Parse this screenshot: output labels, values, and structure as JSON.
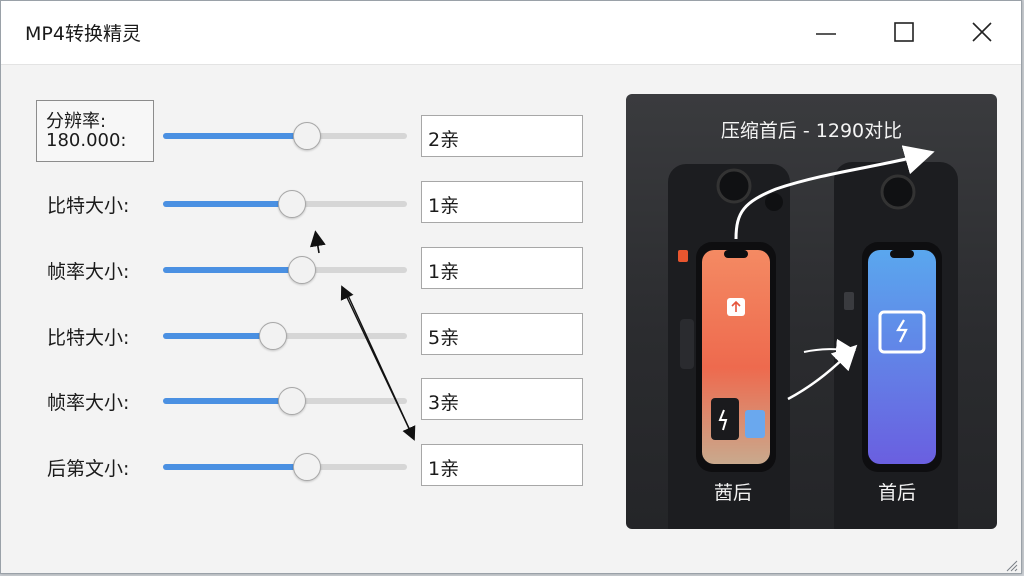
{
  "window": {
    "title": "MP4转换精灵",
    "controls": [
      "minimize-icon",
      "maximize-icon",
      "close-icon"
    ]
  },
  "settings": [
    {
      "label_line1": "分辨率:",
      "label_line2": "180.000:",
      "value": "2亲",
      "slider_fraction": 0.59
    },
    {
      "label": "比特大小:",
      "value": "1亲",
      "slider_fraction": 0.53
    },
    {
      "label": "帧率大小:",
      "value": "1亲",
      "slider_fraction": 0.57
    },
    {
      "label": "比特大小:",
      "value": "5亲",
      "slider_fraction": 0.45
    },
    {
      "label": "帧率大小:",
      "value": "3亲",
      "slider_fraction": 0.53
    },
    {
      "label": "后第文小:",
      "value": "1亲",
      "slider_fraction": 0.59
    }
  ],
  "preview": {
    "title": "压缩首后 - 1290对比",
    "before_caption": "莤后",
    "after_caption": "首后",
    "colors": {
      "before_screen": "#f07a5a",
      "after_screen": "#5b86e6"
    }
  },
  "colors": {
    "accent": "#4a90e2",
    "window_bg": "#f3f3f3"
  }
}
